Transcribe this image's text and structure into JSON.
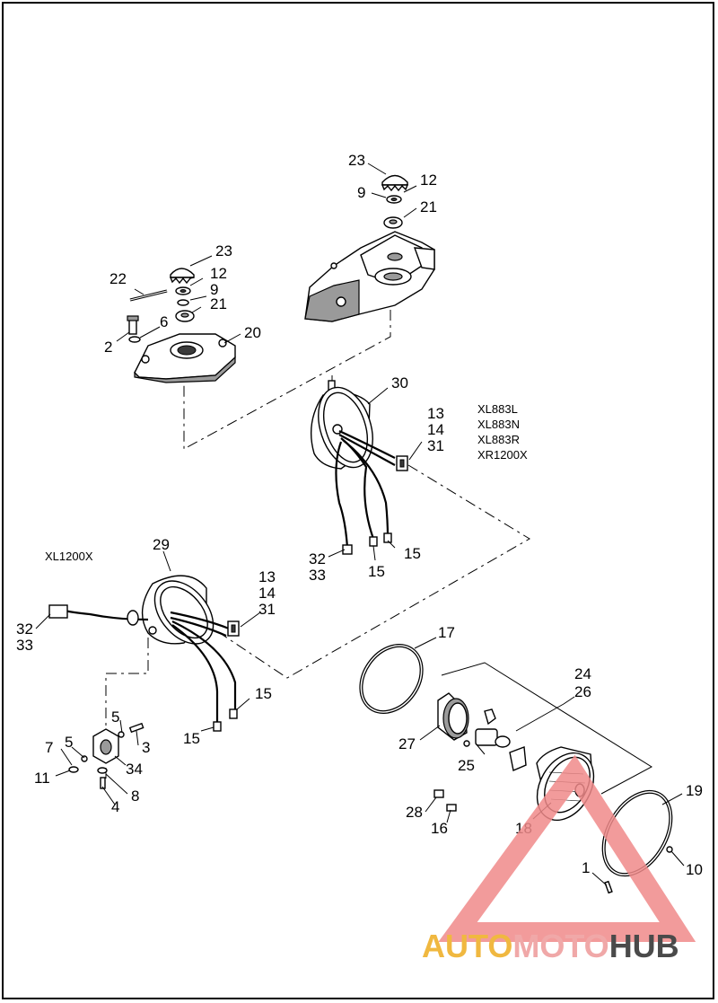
{
  "callouts": {
    "c23a": "23",
    "c12a": "12",
    "c9a": "9",
    "c21a": "21",
    "c23b": "23",
    "c22": "22",
    "c12b": "12",
    "c9b": "9",
    "c6": "6",
    "c21b": "21",
    "c2": "2",
    "c20": "20",
    "c30": "30",
    "c13a": "13",
    "c14a": "14",
    "c31a": "31",
    "c32a": "32",
    "c33a": "33",
    "c15a": "15",
    "c15b": "15",
    "c29": "29",
    "c13b": "13",
    "c14b": "14",
    "c31b": "31",
    "c32b": "32",
    "c33b": "33",
    "c15c": "15",
    "c15d": "15",
    "c17": "17",
    "c24": "24",
    "c26": "26",
    "c5a": "5",
    "c3": "3",
    "c7": "7",
    "c5b": "5",
    "c34": "34",
    "c11": "11",
    "c8": "8",
    "c4": "4",
    "c27": "27",
    "c25": "25",
    "c28": "28",
    "c16": "16",
    "c18": "18",
    "c19": "19",
    "c1": "1",
    "c10": "10"
  },
  "models_top": [
    "XL883L",
    "XL883N",
    "XL883R",
    "XR1200X"
  ],
  "model_left": "XL1200X",
  "watermark": {
    "part1": "AUTO",
    "part2": "MOTO",
    "part3": "HUB",
    "color_auto": "#f0b840",
    "color_moto": "#f0a8a8",
    "color_hub": "#4a4a4a",
    "triangle_color": "#f08a8a"
  }
}
